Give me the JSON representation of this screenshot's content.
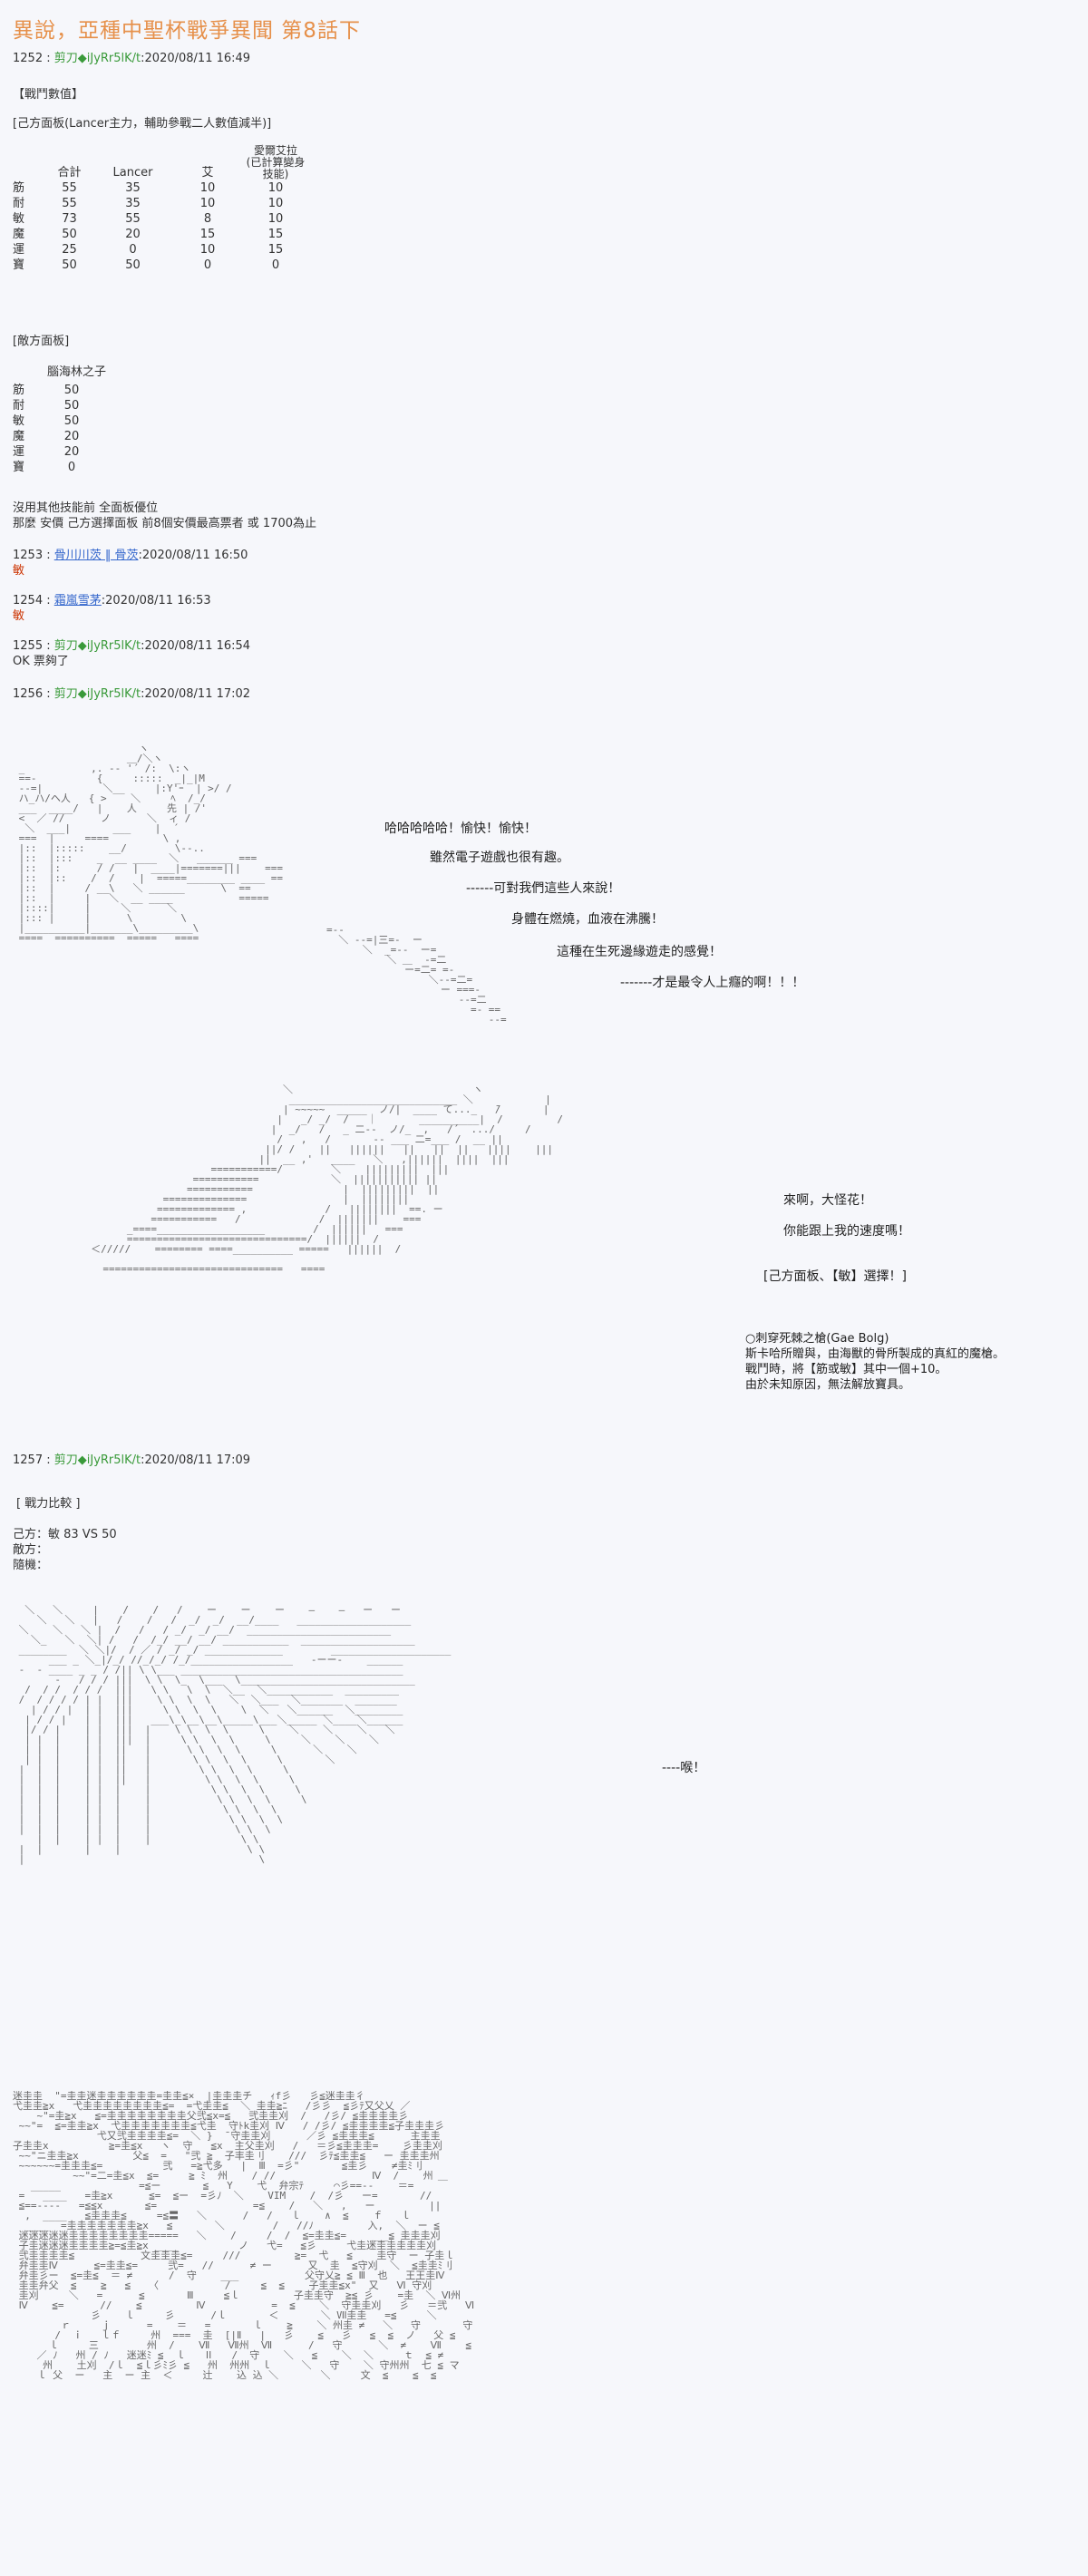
{
  "title": "異說，亞種中聖杯戰爭異聞 第8話下",
  "p1252": {
    "num": "1252 :",
    "name": "剪刀◆iJyRr5lK/t",
    "time": ":2020/08/11 16:49"
  },
  "battle_label": "【戰鬥數值】",
  "own_panel": "[己方面板(Lancer主力，輔助參戰二人數值減半)]",
  "own_headers": [
    "合計",
    "Lancer",
    "艾",
    "愛爾艾拉\n(已計算變身\n技能)"
  ],
  "own_rows": [
    {
      "k": "筋",
      "v": [
        "55",
        "35",
        "10",
        "10"
      ]
    },
    {
      "k": "耐",
      "v": [
        "55",
        "35",
        "10",
        "10"
      ]
    },
    {
      "k": "敏",
      "v": [
        "73",
        "55",
        "8",
        "10"
      ]
    },
    {
      "k": "魔",
      "v": [
        "50",
        "20",
        "15",
        "15"
      ]
    },
    {
      "k": "運",
      "v": [
        "25",
        "0",
        "10",
        "15"
      ]
    },
    {
      "k": "寶",
      "v": [
        "50",
        "50",
        "0",
        "0"
      ]
    }
  ],
  "enemy_panel": "[敵方面板]",
  "enemy_name": "腦海林之子",
  "enemy_rows": [
    {
      "k": "筋",
      "v": "50"
    },
    {
      "k": "耐",
      "v": "50"
    },
    {
      "k": "敏",
      "v": "50"
    },
    {
      "k": "魔",
      "v": "20"
    },
    {
      "k": "運",
      "v": "20"
    },
    {
      "k": "寶",
      "v": "0"
    }
  ],
  "note1": "沒用其他技能前 全面板優位",
  "note2": "那麼 安價 己方選擇面板 前8個安價最高票者 或 1700為止",
  "p1253": {
    "num": "1253 :",
    "name": "骨川川茨 ‖ 骨茨",
    "time": ":2020/08/11 16:50",
    "body": "敏"
  },
  "p1254": {
    "num": "1254 :",
    "name": "霜嵐雪茅",
    "time": ":2020/08/11 16:53",
    "body": "敏"
  },
  "p1255": {
    "num": "1255 :",
    "name": "剪刀◆iJyRr5lK/t",
    "time": ":2020/08/11 16:54",
    "body": "OK 票夠了"
  },
  "p1256": {
    "num": "1256 :",
    "name": "剪刀◆iJyRr5lK/t",
    "time": ":2020/08/11 17:02"
  },
  "speech1": [
    "哈哈哈哈哈！愉快！愉快！",
    "雖然電子遊戲也很有趣。",
    "------可對我們這些人來說！",
    "身體在燃燒，血液在沸騰！",
    "這種在生死邊緣遊走的感覺！",
    "-------才是最令人上癮的啊！！！"
  ],
  "speech2": [
    "來啊，大怪花！",
    "你能跟上我的速度嗎！"
  ],
  "choice": "[己方面板、【敏】選擇！]",
  "weapon": [
    "○刺穿死棘之槍(Gae Bolg)",
    "斯卡哈所贈與，由海獸的骨所製成的真紅的魔槍。",
    "戰鬥時，將【筋或敏】其中一個+10。",
    "由於未知原因，無法解放寶具。"
  ],
  "p1257": {
    "num": "1257 :",
    "name": "剪刀◆iJyRr5lK/t",
    "time": ":2020/08/11 17:09"
  },
  "compare_label": "[ 戰力比較 ]",
  "compare": [
    "己方：敏 83 VS 50",
    "敵方：",
    "隨機："
  ],
  "gasp": "----喉！"
}
